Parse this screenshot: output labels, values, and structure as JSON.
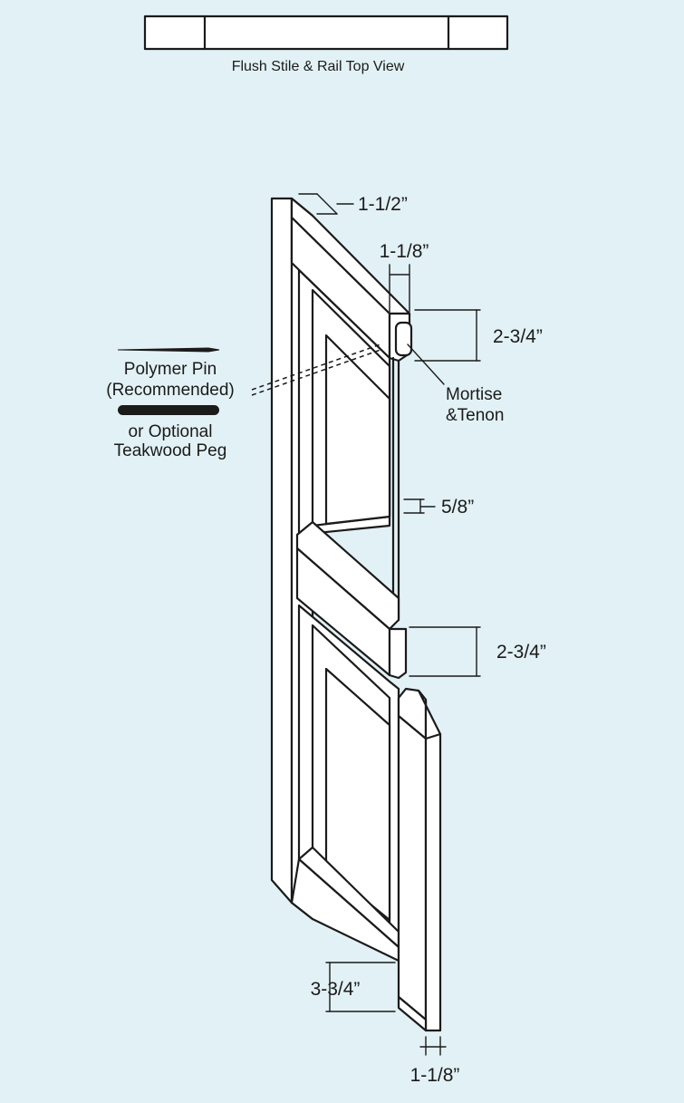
{
  "top_view": {
    "caption": "Flush Stile & Rail Top View"
  },
  "dimensions": {
    "top_thickness": "1-1/2”",
    "rail_depth": "1-1/8”",
    "top_rail_height": "2-3/4”",
    "panel_gap": "5/8”",
    "mid_rail_height": "2-3/4”",
    "bottom_rail_height": "3-3/4”",
    "bottom_depth": "1-1/8”"
  },
  "labels": {
    "mortise_line1": "Mortise",
    "mortise_line2": "&Tenon",
    "pin_line1": "Polymer Pin",
    "pin_line2": "(Recommended)",
    "peg_line1": "or Optional",
    "peg_line2": "Teakwood Peg"
  },
  "colors": {
    "background": "#e2f1f5",
    "line": "#1b1b1b",
    "fill": "#ffffff"
  }
}
